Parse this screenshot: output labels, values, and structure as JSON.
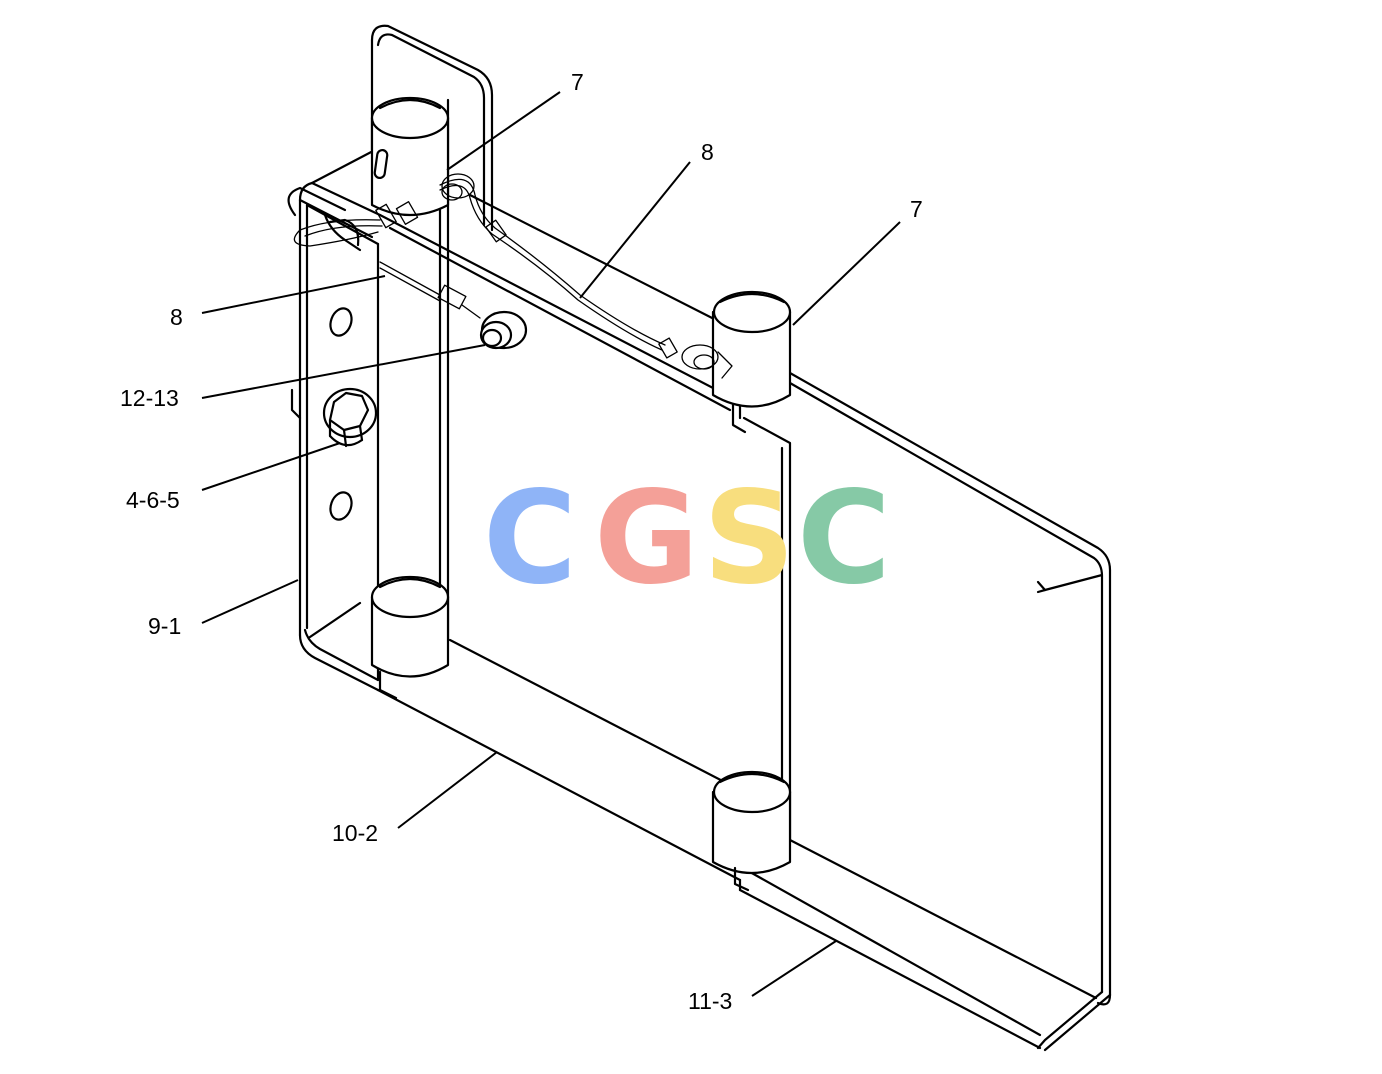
{
  "watermark": {
    "letters": [
      "C",
      "G",
      "S",
      "C"
    ],
    "colors": [
      "#8fb4f7",
      "#f4a098",
      "#f8de7e",
      "#86c9a6"
    ]
  },
  "callouts": [
    {
      "id": "c7a",
      "label": "7"
    },
    {
      "id": "c8a",
      "label": "8"
    },
    {
      "id": "c7b",
      "label": "7"
    },
    {
      "id": "c8b",
      "label": "8"
    },
    {
      "id": "c12",
      "label": "12-13"
    },
    {
      "id": "c4",
      "label": "4-6-5"
    },
    {
      "id": "c9",
      "label": "9-1"
    },
    {
      "id": "c10",
      "label": "10-2"
    },
    {
      "id": "c11",
      "label": "11-3"
    }
  ]
}
